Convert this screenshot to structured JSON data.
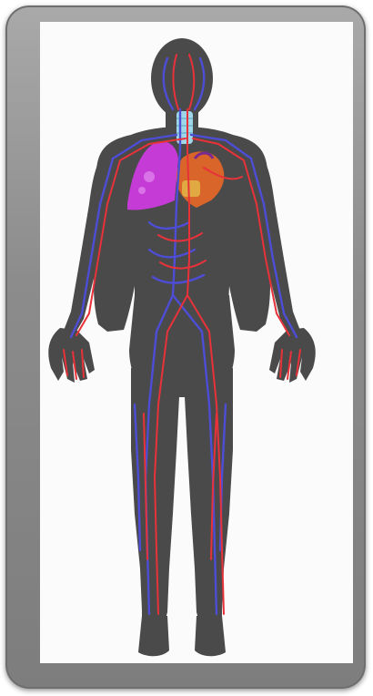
{
  "figure": {
    "subject": "human-circulatory-system",
    "parts": [
      "body-silhouette",
      "arteries",
      "veins",
      "left-lung",
      "heart",
      "trachea"
    ]
  },
  "colors": {
    "frame": "#8c8c8c",
    "panel_background": "#fbfbfb",
    "body": "#4a4a4a",
    "artery": "#e8323a",
    "vein": "#4d4dd6",
    "lung": "#c43bd6",
    "heart": "#d9652a",
    "trachea": "#9fd6e8"
  }
}
